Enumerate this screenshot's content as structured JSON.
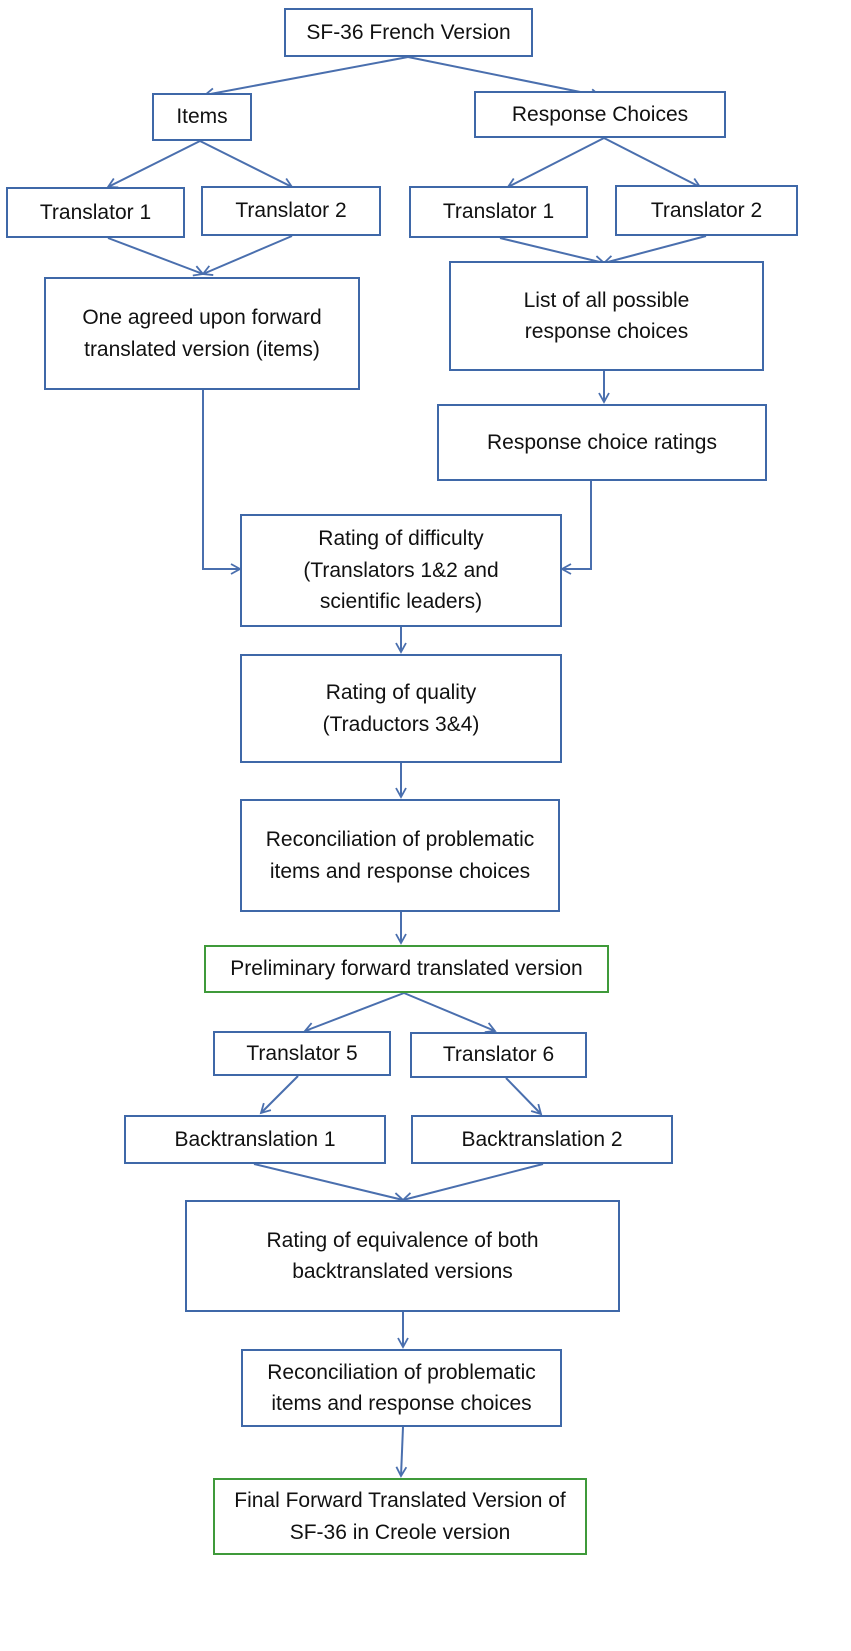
{
  "diagram": {
    "colors": {
      "box_border": "#3f68a8",
      "final_border": "#3f9a3a",
      "connector": "#4a6fae",
      "text": "#111111",
      "background": "#ffffff"
    },
    "nodes": {
      "sf36_french": {
        "label": "SF-36 French Version"
      },
      "items": {
        "label": "Items"
      },
      "response_choices": {
        "label": "Response Choices"
      },
      "translator1_items": {
        "label": "Translator 1"
      },
      "translator2_items": {
        "label": "Translator 2"
      },
      "translator1_resp": {
        "label": "Translator 1"
      },
      "translator2_resp": {
        "label": "Translator 2"
      },
      "agreed_forward": {
        "label": "One agreed upon forward\ntranslated version (items)"
      },
      "list_responses": {
        "label": "List of all possible\nresponse choices"
      },
      "response_ratings": {
        "label": "Response choice ratings"
      },
      "rating_difficulty": {
        "label": "Rating of difficulty\n(Translators 1&2 and\nscientific leaders)"
      },
      "rating_quality": {
        "label": "Rating of quality\n(Traductors 3&4)"
      },
      "reconciliation_1": {
        "label": "Reconciliation of problematic\nitems and response choices"
      },
      "preliminary_forward": {
        "label": "Preliminary forward translated version"
      },
      "translator5": {
        "label": "Translator 5"
      },
      "translator6": {
        "label": "Translator 6"
      },
      "backtranslation1": {
        "label": "Backtranslation 1"
      },
      "backtranslation2": {
        "label": "Backtranslation 2"
      },
      "rating_equivalence": {
        "label": "Rating of equivalence of both\nbacktranslated versions"
      },
      "reconciliation_2": {
        "label": "Reconciliation of problematic\nitems and response choices"
      },
      "final_version": {
        "label": "Final Forward Translated Version of\nSF-36 in Creole version"
      }
    }
  }
}
